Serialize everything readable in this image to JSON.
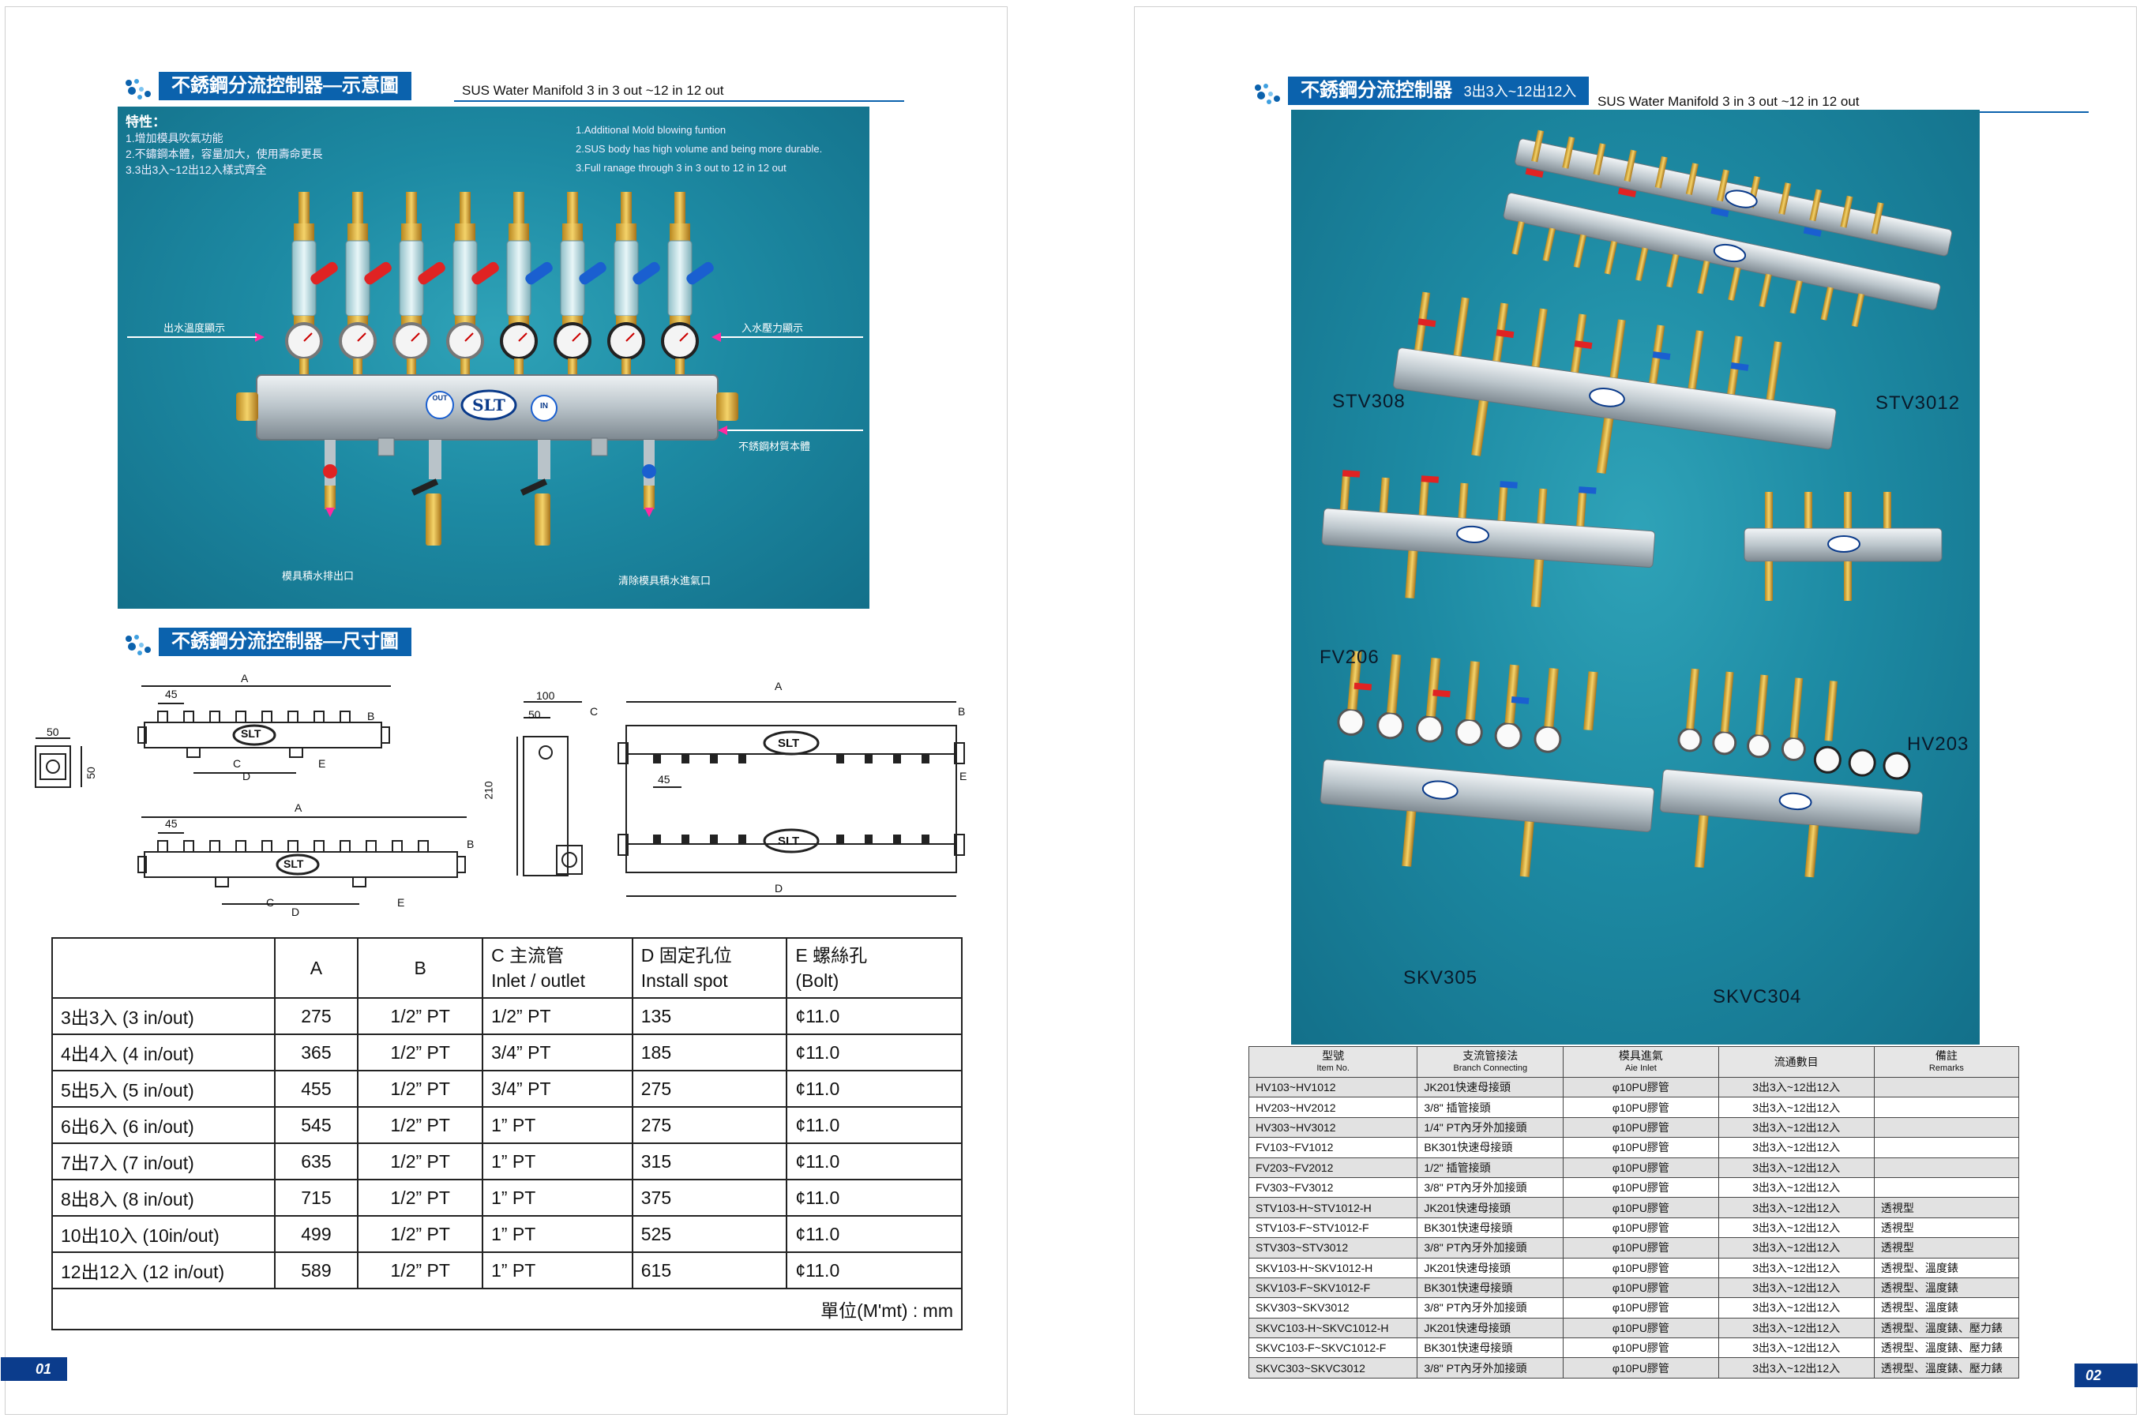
{
  "left": {
    "header1": {
      "zh": "不銹鋼分流控制器—示意圖",
      "en": "SUS Water Manifold 3 in 3 out ~12 in 12 out"
    },
    "features_zh_title": "特性：",
    "features_zh": [
      "1.增加模具吹氣功能",
      "2.不鏽鋼本體，容量加大，使用壽命更長",
      "3.3出3入~12出12入樣式齊全"
    ],
    "features_en": [
      "1.Additional Mold blowing funtion",
      "2.SUS body has high volume and being more durable.",
      "3.Full ranage through 3 in 3 out to 12 in 12 out"
    ],
    "callouts": {
      "outlet_temp": "出水溫度顯示",
      "inlet_pressure": "入水壓力顯示",
      "sus_body": "不銹鋼材質本體",
      "drain": "模具積水排出口",
      "air_inlet": "清除模具積水進氣口"
    },
    "manifold_badges": {
      "logo": "SLT",
      "out": "OUT",
      "in": "IN"
    },
    "header2": {
      "zh": "不銹鋼分流控制器—尺寸圖"
    },
    "drawing": {
      "dim_45": "45",
      "dim_50": "50",
      "dim_100": "100",
      "dim_210": "210",
      "A": "A",
      "B": "B",
      "C": "C",
      "D": "D",
      "E": "E",
      "logo": "SLT"
    },
    "spec_table": {
      "headers": [
        {
          "l1": "",
          "l2": ""
        },
        {
          "l1": "A",
          "l2": ""
        },
        {
          "l1": "B",
          "l2": ""
        },
        {
          "l1": "C 主流管",
          "l2": "Inlet / outlet"
        },
        {
          "l1": "D 固定孔位",
          "l2": "Install spot"
        },
        {
          "l1": "E 螺絲孔",
          "l2": "(Bolt)"
        }
      ],
      "rows": [
        [
          "3出3入 (3 in/out)",
          "275",
          "1/2” PT",
          "1/2” PT",
          "135",
          "¢11.0"
        ],
        [
          "4出4入 (4 in/out)",
          "365",
          "1/2” PT",
          "3/4” PT",
          "185",
          "¢11.0"
        ],
        [
          "5出5入 (5 in/out)",
          "455",
          "1/2” PT",
          "3/4” PT",
          "275",
          "¢11.0"
        ],
        [
          "6出6入 (6 in/out)",
          "545",
          "1/2” PT",
          "1” PT",
          "275",
          "¢11.0"
        ],
        [
          "7出7入 (7 in/out)",
          "635",
          "1/2” PT",
          "1” PT",
          "315",
          "¢11.0"
        ],
        [
          "8出8入 (8 in/out)",
          "715",
          "1/2” PT",
          "1” PT",
          "375",
          "¢11.0"
        ],
        [
          "10出10入 (10in/out)",
          "499",
          "1/2” PT",
          "1” PT",
          "525",
          "¢11.0"
        ],
        [
          "12出12入 (12 in/out)",
          "589",
          "1/2” PT",
          "1” PT",
          "615",
          "¢11.0"
        ]
      ],
      "unit": "單位(M'mt) : mm"
    },
    "page_number": "01"
  },
  "right": {
    "header": {
      "zh": "不銹鋼分流控制器",
      "zh_small": "3出3入~12出12入",
      "en": "SUS Water Manifold 3 in 3 out ~12 in 12 out"
    },
    "models": {
      "stv308": "STV308",
      "stv3012": "STV3012",
      "fv206": "FV206",
      "hv203": "HV203",
      "skv305": "SKV305",
      "skvc304": "SKVC304"
    },
    "model_table": {
      "headers": [
        {
          "zh": "型號",
          "en": "Item No."
        },
        {
          "zh": "支流管接法",
          "en": "Branch Connecting"
        },
        {
          "zh": "模具進氣",
          "en": "Aie Inlet"
        },
        {
          "zh": "流通數目",
          "en": ""
        },
        {
          "zh": "備註",
          "en": "Remarks"
        }
      ],
      "rows": [
        [
          "HV103~HV1012",
          "JK201快速母接頭",
          "φ10PU膠管",
          "3出3入~12出12入",
          ""
        ],
        [
          "HV203~HV2012",
          "3/8\" 插管接頭",
          "φ10PU膠管",
          "3出3入~12出12入",
          ""
        ],
        [
          "HV303~HV3012",
          "1/4\" PT內牙外加接頭",
          "φ10PU膠管",
          "3出3入~12出12入",
          ""
        ],
        [
          "FV103~FV1012",
          "BK301快速母接頭",
          "φ10PU膠管",
          "3出3入~12出12入",
          ""
        ],
        [
          "FV203~FV2012",
          "1/2\" 插管接頭",
          "φ10PU膠管",
          "3出3入~12出12入",
          ""
        ],
        [
          "FV303~FV3012",
          "3/8\" PT內牙外加接頭",
          "φ10PU膠管",
          "3出3入~12出12入",
          ""
        ],
        [
          "STV103-H~STV1012-H",
          "JK201快速母接頭",
          "φ10PU膠管",
          "3出3入~12出12入",
          "透視型"
        ],
        [
          "STV103-F~STV1012-F",
          "BK301快速母接頭",
          "φ10PU膠管",
          "3出3入~12出12入",
          "透視型"
        ],
        [
          "STV303~STV3012",
          "3/8\" PT內牙外加接頭",
          "φ10PU膠管",
          "3出3入~12出12入",
          "透視型"
        ],
        [
          "SKV103-H~SKV1012-H",
          "JK201快速母接頭",
          "φ10PU膠管",
          "3出3入~12出12入",
          "透視型、溫度錶"
        ],
        [
          "SKV103-F~SKV1012-F",
          "BK301快速母接頭",
          "φ10PU膠管",
          "3出3入~12出12入",
          "透視型、溫度錶"
        ],
        [
          "SKV303~SKV3012",
          "3/8\" PT內牙外加接頭",
          "φ10PU膠管",
          "3出3入~12出12入",
          "透視型、溫度錶"
        ],
        [
          "SKVC103-H~SKVC1012-H",
          "JK201快速母接頭",
          "φ10PU膠管",
          "3出3入~12出12入",
          "透視型、溫度錶、壓力錶"
        ],
        [
          "SKVC103-F~SKVC1012-F",
          "BK301快速母接頭",
          "φ10PU膠管",
          "3出3入~12出12入",
          "透視型、溫度錶、壓力錶"
        ],
        [
          "SKVC303~SKVC3012",
          "3/8\" PT內牙外加接頭",
          "φ10PU膠管",
          "3出3入~12出12入",
          "透視型、溫度錶、壓力錶"
        ]
      ]
    },
    "page_number": "02"
  },
  "colors": {
    "brand_blue": "#0b62ad",
    "photo_teal": "#1d8aa3",
    "page_number_bg": "#0b3c8c"
  }
}
